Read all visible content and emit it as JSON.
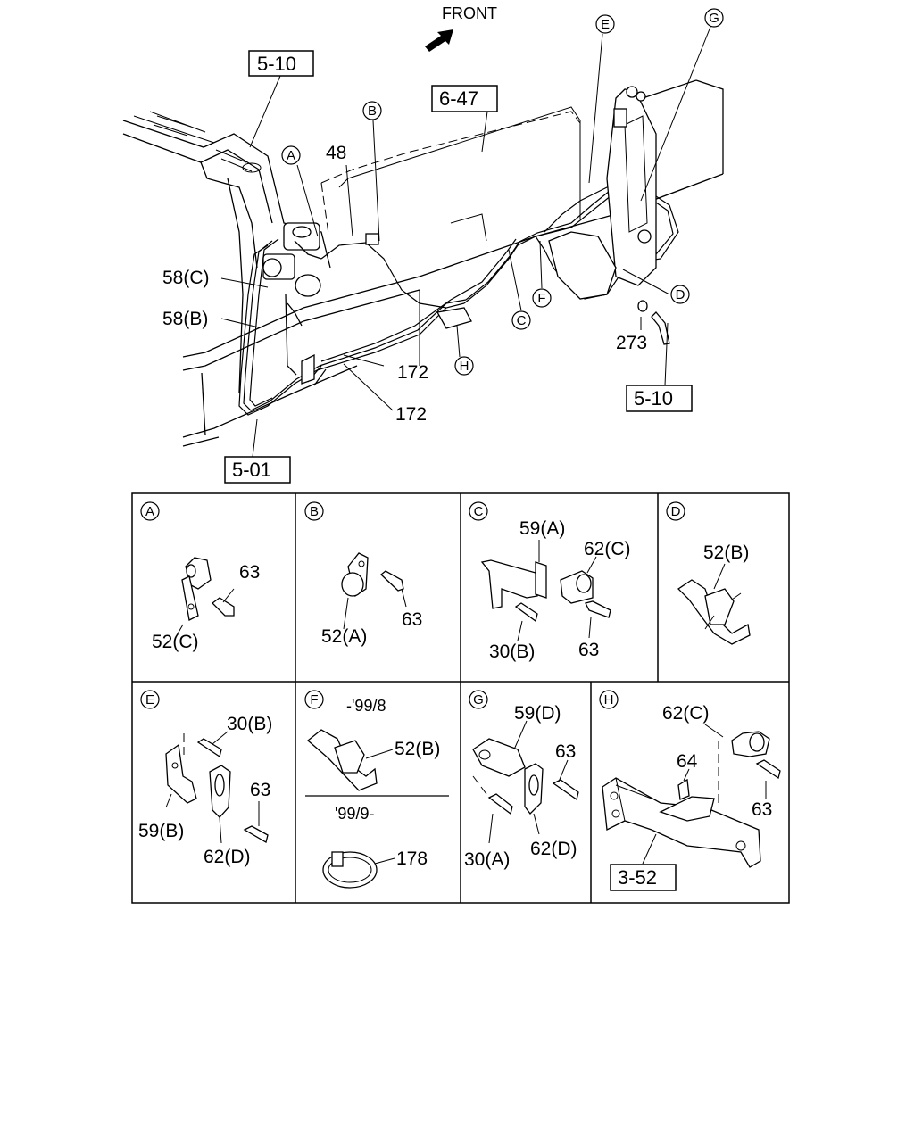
{
  "header": {
    "front_label": "FRONT"
  },
  "main_view": {
    "reference_boxes": {
      "ref_top_left": "5-10",
      "ref_top_mid": "6-47",
      "ref_right": "5-10",
      "ref_bottom": "5-01"
    },
    "callout_letters": [
      "A",
      "B",
      "C",
      "D",
      "E",
      "F",
      "G",
      "H"
    ],
    "part_labels": {
      "p48": "48",
      "p58c": "58(C)",
      "p58b": "58(B)",
      "p172a": "172",
      "p172b": "172",
      "p273": "273"
    }
  },
  "details": {
    "A": {
      "letter": "A",
      "labels": [
        "63",
        "52(C)"
      ]
    },
    "B": {
      "letter": "B",
      "labels": [
        "52(A)",
        "63"
      ]
    },
    "C": {
      "letter": "C",
      "labels": [
        "59(A)",
        "62(C)",
        "30(B)",
        "63"
      ]
    },
    "D": {
      "letter": "D",
      "labels": [
        "52(B)"
      ]
    },
    "E": {
      "letter": "E",
      "labels": [
        "30(B)",
        "59(B)",
        "63",
        "62(D)"
      ]
    },
    "F": {
      "letter": "F",
      "note_before": "-'99/8",
      "labels": [
        "52(B)",
        "178"
      ],
      "note_after": "'99/9-"
    },
    "G": {
      "letter": "G",
      "labels": [
        "59(D)",
        "63",
        "30(A)",
        "62(D)"
      ]
    },
    "H": {
      "letter": "H",
      "labels": [
        "62(C)",
        "64",
        "63"
      ],
      "ref_box": "3-52"
    }
  }
}
